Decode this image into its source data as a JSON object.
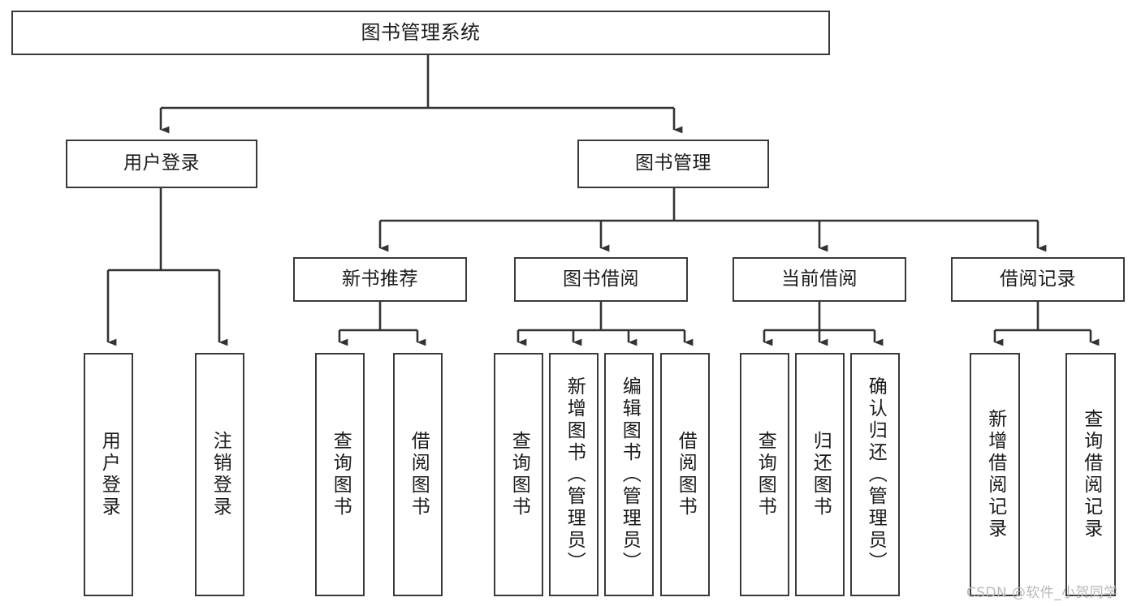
{
  "diagram": {
    "type": "tree-hierarchy",
    "title": "图书管理系统",
    "watermark": "CSDN @软件_小贺同学",
    "colors": {
      "background": "#ffffff",
      "box_border": "#3a3a3a",
      "box_fill": "#ffffff",
      "connector": "#333333",
      "text": "#1b1b1b",
      "watermark": "#b9b9b9"
    },
    "nodes": {
      "root": "图书管理系统",
      "level2": {
        "user_login": "用户登录",
        "book_manage": "图书管理"
      },
      "level3": {
        "new_book_rec": "新书推荐",
        "book_borrow": "图书借阅",
        "current_borrow": "当前借阅",
        "borrow_record": "借阅记录"
      },
      "leaves": {
        "user_login_1": "用户登录",
        "user_login_2": "注销登录",
        "new_book_rec_1": "查询图书",
        "new_book_rec_2": "借阅图书",
        "book_borrow_1": "查询图书",
        "book_borrow_2": "新增图书（管理员）",
        "book_borrow_3": "编辑图书（管理员）",
        "book_borrow_4": "借阅图书",
        "current_borrow_1": "查询图书",
        "current_borrow_2": "归还图书",
        "current_borrow_3": "确认归还（管理员）",
        "borrow_record_1": "新增借阅记录",
        "borrow_record_2": "查询借阅记录"
      }
    },
    "edges": [
      {
        "from": "图书管理系统",
        "to": "用户登录"
      },
      {
        "from": "图书管理系统",
        "to": "图书管理"
      },
      {
        "from": "用户登录",
        "to": "用户登录"
      },
      {
        "from": "用户登录",
        "to": "注销登录"
      },
      {
        "from": "图书管理",
        "to": "新书推荐"
      },
      {
        "from": "图书管理",
        "to": "图书借阅"
      },
      {
        "from": "图书管理",
        "to": "当前借阅"
      },
      {
        "from": "图书管理",
        "to": "借阅记录"
      },
      {
        "from": "新书推荐",
        "to": "查询图书"
      },
      {
        "from": "新书推荐",
        "to": "借阅图书"
      },
      {
        "from": "图书借阅",
        "to": "查询图书"
      },
      {
        "from": "图书借阅",
        "to": "新增图书（管理员）"
      },
      {
        "from": "图书借阅",
        "to": "编辑图书（管理员）"
      },
      {
        "from": "图书借阅",
        "to": "借阅图书"
      },
      {
        "from": "当前借阅",
        "to": "查询图书"
      },
      {
        "from": "当前借阅",
        "to": "归还图书"
      },
      {
        "from": "当前借阅",
        "to": "确认归还（管理员）"
      },
      {
        "from": "借阅记录",
        "to": "新增借阅记录"
      },
      {
        "from": "借阅记录",
        "to": "查询借阅记录"
      }
    ]
  }
}
